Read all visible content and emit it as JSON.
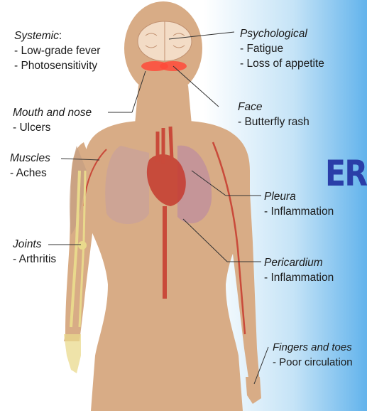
{
  "labels": {
    "systemic": {
      "heading": "Systemic",
      "colon": ":",
      "items": [
        "- Low-grade fever",
        "- Photosensitivity"
      ]
    },
    "psychological": {
      "heading": "Psychological",
      "items": [
        "- Fatigue",
        "- Loss of appetite"
      ]
    },
    "mouth_nose": {
      "heading": "Mouth and nose",
      "items": [
        "- Ulcers"
      ]
    },
    "face": {
      "heading": "Face",
      "items": [
        "- Butterfly rash"
      ]
    },
    "muscles": {
      "heading": "Muscles",
      "items": [
        "- Aches"
      ]
    },
    "pleura": {
      "heading": "Pleura",
      "items": [
        "- Inflammation"
      ]
    },
    "joints": {
      "heading": "Joints",
      "items": [
        "- Arthritis"
      ]
    },
    "pericardium": {
      "heading": "Pericardium",
      "items": [
        "- Inflammation"
      ]
    },
    "fingers_toes": {
      "heading": "Fingers and toes",
      "items": [
        "- Poor circulation"
      ]
    }
  },
  "partial_text": "ER",
  "colors": {
    "skin": "#d8ac86",
    "skin_dark": "#c99a74",
    "rash": "#ff4a3a",
    "artery": "#c94a3a",
    "lung": "#c8a09c",
    "lung_left": "#b784a8",
    "bone": "#e9d98c",
    "leader": "#333333",
    "partial_text": "#2a3ea8"
  }
}
